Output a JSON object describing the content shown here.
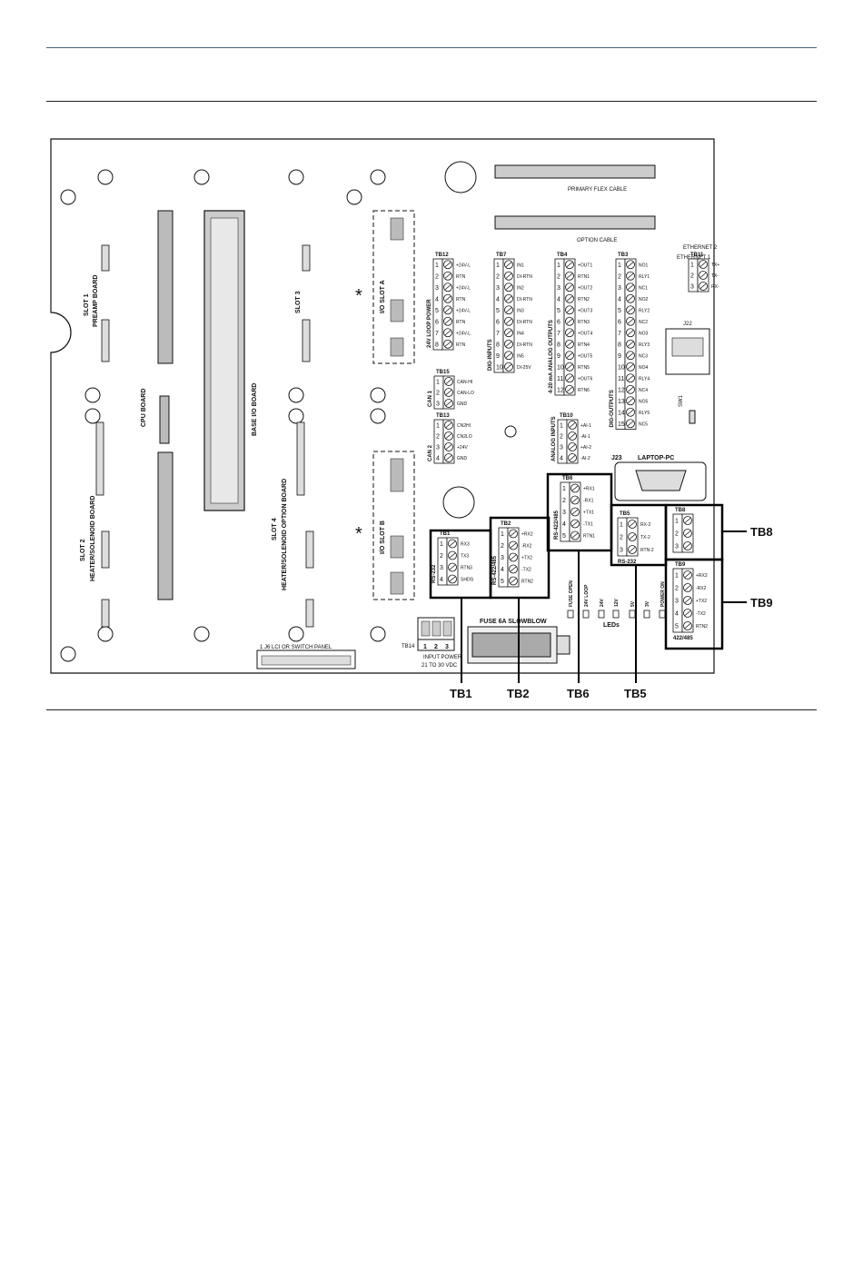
{
  "board": {
    "slot1": "SLOT 1",
    "preamp": "PREAMP BOARD",
    "slot2": "SLOT 2",
    "heater2": "HEATER/SOLENOID BOARD",
    "cpu": "CPU BOARD",
    "base_io": "BASE I/O BOARD",
    "slot3": "SLOT 3",
    "slot4": "SLOT 4",
    "heater4": "HEATER/SOLENOID OPTION BOARD",
    "io_slot_a": "I/O SLOT A",
    "io_slot_b": "I/O SLOT B",
    "asterisk": "*",
    "primary_flex": "PRIMARY FLEX CABLE",
    "option_cable": "OPTION CABLE",
    "j23": "J23",
    "laptop": "LAPTOP-PC",
    "fuse": "FUSE 6A SLOWBLOW",
    "tb14": "TB14",
    "input_power": "INPUT POWER",
    "input_volts": "21 TO 30 VDC",
    "j6_panel": "1  J6  LCI OR SWITCH PANEL",
    "ethernet1": "ETHERNET 1",
    "ethernet2": "ETHERNET 2",
    "j22": "J22",
    "sw1": "SW1",
    "leds": "LEDs",
    "led_labels": [
      "FUSE OPEN",
      "24V LOOP",
      "24V",
      "12V",
      "5V",
      "3V",
      "POWER ON"
    ]
  },
  "blocks": {
    "tb12": {
      "name": "TB12",
      "title": "24V LOOP POWER",
      "pins": [
        "1",
        "2",
        "3",
        "4",
        "5",
        "6",
        "7",
        "8"
      ],
      "signals": [
        "+24V-L",
        "RTN",
        "+24V-L",
        "RTN",
        "+24V-L",
        "RTN",
        "+24V-L",
        "RTN"
      ]
    },
    "tb7": {
      "name": "TB7",
      "title": "DIG-INPUTS",
      "pins": [
        "1",
        "2",
        "3",
        "4",
        "5",
        "6",
        "7",
        "8",
        "9",
        "10"
      ],
      "signals": [
        "IN1",
        "DI-RTN",
        "IN2",
        "DI-RTN",
        "IN3",
        "DI-RTN",
        "IN4",
        "DI-RTN",
        "IN5",
        "DI-25V"
      ]
    },
    "tb4": {
      "name": "TB4",
      "title": "4-20 mA ANALOG OUTPUTS",
      "pins": [
        "1",
        "2",
        "3",
        "4",
        "5",
        "6",
        "7",
        "8",
        "9",
        "10",
        "11",
        "12"
      ],
      "signals": [
        "+OUT1",
        "RTN1",
        "+OUT2",
        "RTN2",
        "+OUT3",
        "RTN3",
        "+OUT4",
        "RTN4",
        "+OUT5",
        "RTN5",
        "+OUT6",
        "RTN6"
      ]
    },
    "tb3": {
      "name": "TB3",
      "title": "DIG-OUTPUTS",
      "pins": [
        "1",
        "2",
        "3",
        "4",
        "5",
        "6",
        "7",
        "8",
        "9",
        "10",
        "11",
        "12",
        "13",
        "14",
        "15"
      ],
      "signals": [
        "NO1",
        "RLY1",
        "NC1",
        "NO2",
        "RLY2",
        "NC2",
        "NO3",
        "RLY3",
        "NC3",
        "NO4",
        "RLY4",
        "NC4",
        "NO5",
        "RLY5",
        "NC5"
      ]
    },
    "tb11": {
      "name": "TB11",
      "pins": [
        "1",
        "2",
        "3"
      ],
      "signals": [
        "TX+",
        "TX-",
        "RX-"
      ]
    },
    "tb15": {
      "name": "TB15",
      "title": "CAN 1",
      "pins": [
        "1",
        "2",
        "3"
      ],
      "signals": [
        "CAN-HI",
        "CAN-LO",
        "GND"
      ]
    },
    "tb13": {
      "name": "TB13",
      "title": "CAN 2",
      "pins": [
        "1",
        "2",
        "3",
        "4"
      ],
      "signals": [
        "CN2HI",
        "CN2LO",
        "+24V",
        "GND"
      ]
    },
    "tb10": {
      "name": "TB10",
      "title": "ANALOG INPUTS",
      "pins": [
        "1",
        "2",
        "3",
        "4"
      ],
      "signals": [
        "+AI-1",
        "-AI-1",
        "+AI-2",
        "-AI-2"
      ]
    },
    "tb6": {
      "name": "TB6",
      "title": "RS-422/485",
      "pins": [
        "1",
        "2",
        "3",
        "4",
        "5"
      ],
      "signals": [
        "+RX1",
        "-RX1",
        "+TX1",
        "-TX1",
        "RTN1"
      ]
    },
    "tb1": {
      "name": "TB1",
      "title": "RS-232",
      "pins": [
        "1",
        "2",
        "3",
        "4"
      ],
      "signals": [
        "RX3",
        "TX3",
        "RTN3",
        "SHDG"
      ]
    },
    "tb2": {
      "name": "TB2",
      "title": "RS-422/485",
      "pins": [
        "1",
        "2",
        "3",
        "4",
        "5"
      ],
      "signals": [
        "+RX2",
        "-RX2",
        "+TX2",
        "-TX2",
        "RTN2"
      ]
    },
    "tb5": {
      "name": "TB5",
      "title": "RS-232",
      "pins": [
        "1",
        "2",
        "3"
      ],
      "signals": [
        "RX-2",
        "TX-2",
        "RTN-2"
      ]
    },
    "tb8": {
      "name": "TB8",
      "pins": [
        "1",
        "2",
        "3"
      ]
    },
    "tb9": {
      "name": "TB9",
      "title": "422/485",
      "pins": [
        "1",
        "2",
        "3",
        "4",
        "5"
      ],
      "signals": [
        "+RX2",
        "-RX2",
        "+TX2",
        "-TX2",
        "RTN2"
      ]
    }
  },
  "callouts": {
    "tb1": "TB1",
    "tb2": "TB2",
    "tb6": "TB6",
    "tb5": "TB5",
    "tb8": "TB8",
    "tb9": "TB9"
  },
  "tb14_pins": [
    "1",
    "2",
    "3"
  ]
}
